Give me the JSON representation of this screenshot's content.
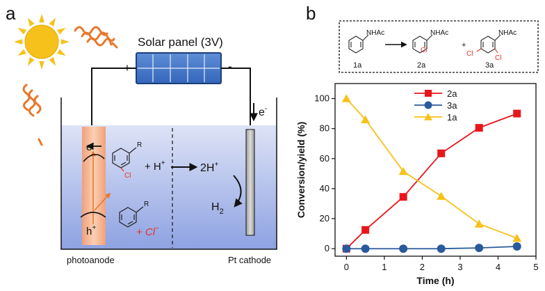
{
  "panel_a": {
    "letter": "a",
    "solar_panel_label": "Solar panel (3V)",
    "plus": "+",
    "minus": "-",
    "electron_wire": "e",
    "electron_wire_sup": "-",
    "electron_anode": "e",
    "electron_anode_sup": "-",
    "hole": "h",
    "hole_sup": "+",
    "sub_R_top": "R",
    "sub_Cl_top": "Cl",
    "plus_H": "+ H",
    "plus_H_sup": "+",
    "two_H": "2H",
    "two_H_sup": "+",
    "H2_main": "H",
    "H2_sub": "2",
    "sub_R_bottom": "R",
    "chloride": "+ Cl",
    "chloride_sup": "−",
    "photoanode_label": "photoanode",
    "cathode_label": "Pt cathode",
    "colors": {
      "sun": "#f6c11a",
      "light": "#e8772b",
      "electrolyte_top": "#dde3f6",
      "electrolyte_bottom": "#8ea2e2",
      "anode": "#f0a07a",
      "chlorine": "#e0322b"
    }
  },
  "panel_b": {
    "letter": "b",
    "scheme": {
      "label_1a": "1a",
      "label_2a": "2a",
      "label_3a": "3a",
      "nhac": "NHAc",
      "cl": "Cl",
      "plus": "+"
    }
  },
  "chart_data": {
    "type": "line",
    "title": "",
    "xlabel": "Time (h)",
    "ylabel": "Conversion/yield (%)",
    "xlim": [
      -0.3,
      5
    ],
    "ylim": [
      -5,
      110
    ],
    "xticks": [
      0,
      1,
      2,
      3,
      4,
      5
    ],
    "yticks": [
      0,
      20,
      40,
      60,
      80,
      100
    ],
    "grid": false,
    "legend_position": "top-center",
    "series": [
      {
        "name": "2a",
        "marker": "square",
        "color": "#e8161b",
        "x": [
          0,
          0.5,
          1.5,
          2.5,
          3.5,
          4.5
        ],
        "y": [
          0,
          12.5,
          34.5,
          63.5,
          80.5,
          90
        ]
      },
      {
        "name": "3a",
        "marker": "circle",
        "color": "#2a5a9c",
        "x": [
          0,
          0.5,
          1.5,
          2.5,
          3.5,
          4.5
        ],
        "y": [
          0,
          0,
          0,
          0,
          0.5,
          1.5
        ]
      },
      {
        "name": "1a",
        "marker": "triangle",
        "color": "#f6c11a",
        "x": [
          0,
          0.5,
          1.5,
          2.5,
          3.5,
          4.5
        ],
        "y": [
          100,
          86,
          51.5,
          35,
          16.5,
          7
        ]
      }
    ]
  }
}
